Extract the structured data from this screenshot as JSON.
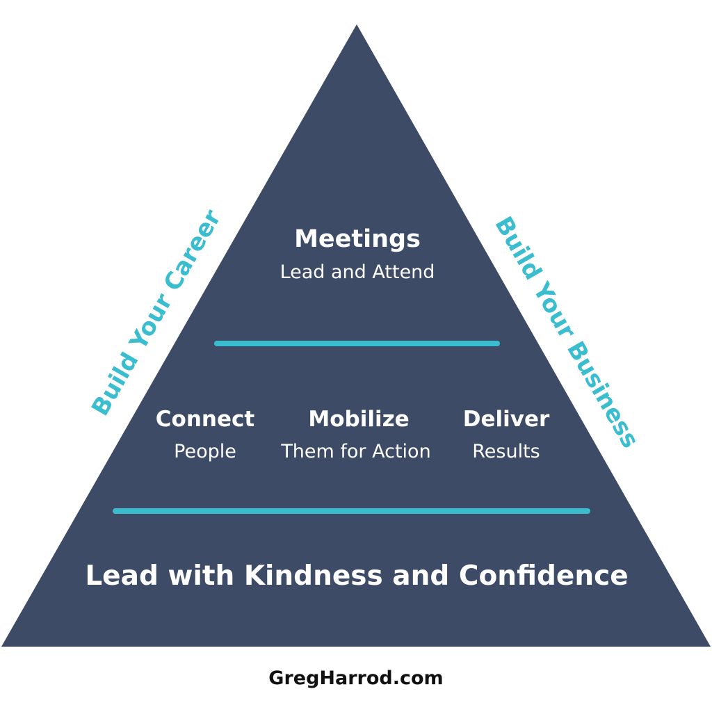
{
  "colors": {
    "triangle": "#3d4b66",
    "accent": "#3bbdd0",
    "text": "#ffffff",
    "footer": "#111111"
  },
  "top": {
    "title": "Meetings",
    "subtitle": "Lead and Attend"
  },
  "middle": [
    {
      "title": "Connect",
      "subtitle": "People"
    },
    {
      "title": "Mobilize",
      "subtitle": "Them for Action"
    },
    {
      "title": "Deliver",
      "subtitle": "Results"
    }
  ],
  "base": {
    "title": "Lead with Kindness and Confidence"
  },
  "left_side": "Build Your Career",
  "right_side": "Build Your Business",
  "footer": "GregHarrod.com"
}
